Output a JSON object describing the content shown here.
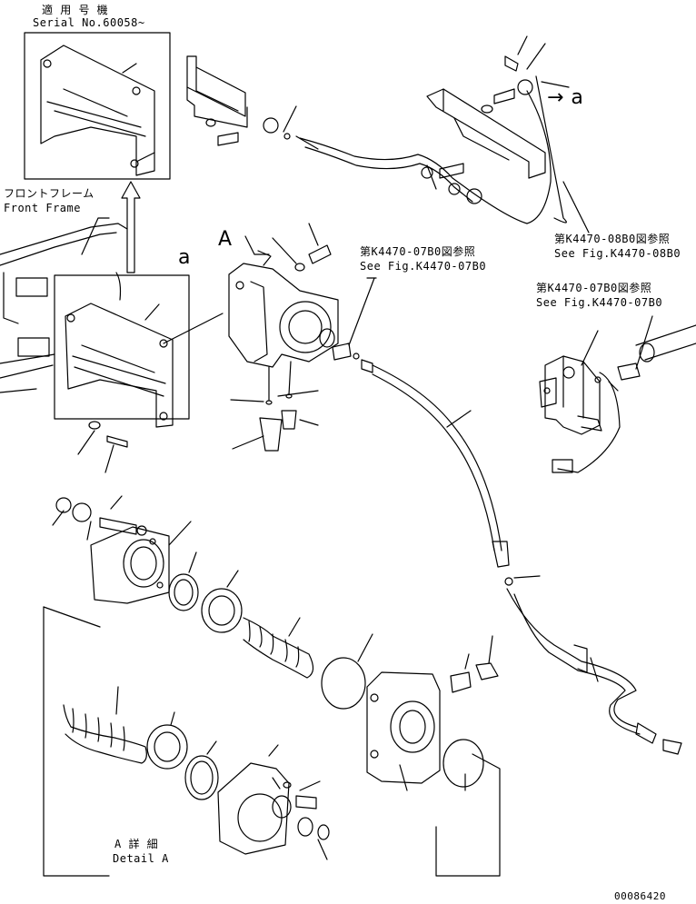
{
  "labels": {
    "applicable_jp": "適 用 号 機",
    "serial": "Serial No.60058~",
    "front_frame_jp": "フロントフレーム",
    "front_frame_en": "Front Frame",
    "view_letter": "A",
    "ref_a_left": "a",
    "ref_a_right": "→ a",
    "ref1_jp": "第K4470-07B0図参照",
    "ref1_en": "See Fig.K4470-07B0",
    "ref2_jp": "第K4470-08B0図参照",
    "ref2_en": "See Fig.K4470-08B0",
    "ref3_jp": "第K4470-07B0図参照",
    "ref3_en": "See Fig.K4470-07B0",
    "detail_jp": "A 詳 細",
    "detail_en": "Detail A",
    "drawing_no": "00086420"
  },
  "colors": {
    "line": "#000000",
    "background": "#ffffff"
  }
}
